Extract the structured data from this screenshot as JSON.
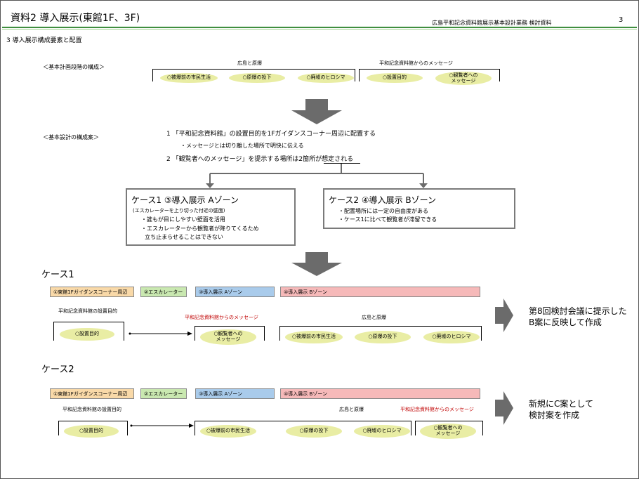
{
  "header": {
    "title": "資料2  導入展示(東館1F、3F)",
    "subtitle": "広島平和記念資料館展示基本設計業務  検討資料",
    "page_number": "3"
  },
  "section": {
    "heading": "3  導入展示構成要素と配置"
  },
  "basic_plan": {
    "label": "＜基本計画段階の構成＞",
    "group1_title": "広島と原爆",
    "group1_items": [
      "○被爆前の市民生活",
      "○原爆の投下",
      "○廃墟のヒロシマ"
    ],
    "group2_title": "平和記念資料館からのメッセージ",
    "group2_items": [
      "○設置目的",
      "○観覧者への\nメッセージ"
    ]
  },
  "basic_design": {
    "label": "＜基本設計の構成案＞",
    "point1": "1 「平和記念資料館」の設置目的を1Fガイダンスコーナー周辺に配置する",
    "point1_sub": "・メッセージとは切り離した場所で明快に伝える",
    "point2": "2 「観覧者へのメッセージ」を提示する場所は2箇所が想定される"
  },
  "case_boxes": {
    "case1": {
      "title": "ケース1  ③導入展示  Aゾーン",
      "lines": [
        "(エスカレーターを上り切った付近の壁面)",
        "・誰もが目にしやすい壁面を活用",
        "・エスカレーターから観覧者が降りてくるため",
        "  立ち止まらせることはできない"
      ]
    },
    "case2": {
      "title": "ケース2  ④導入展示  Bゾーン",
      "lines": [
        "・配置場所には一定の自由度がある",
        "・ケース1に比べて観覧者が滞留できる"
      ]
    }
  },
  "zones": [
    "①東館1Fガイダンスコーナー周辺",
    "②エスカレーター",
    "③導入展示  Aゾーン",
    "④導入展示  Bゾーン"
  ],
  "layout_case1": {
    "heading": "ケース1",
    "purpose_title": "平和記念資料館の設置目的",
    "purpose_item": "○設置目的",
    "message_title": "平和記念資料館からのメッセージ",
    "message_item": "○観覧者への\nメッセージ",
    "hiroshima_title": "広島と原爆",
    "hiroshima_items": [
      "○被爆前の市民生活",
      "○原爆の投下",
      "○廃墟のヒロシマ"
    ],
    "note": "第8回検討会議に提示した\nB案に反映して作成"
  },
  "layout_case2": {
    "heading": "ケース2",
    "purpose_title": "平和記念資料館の設置目的",
    "purpose_item": "○設置目的",
    "hiroshima_title": "広島と原爆",
    "hiroshima_items": [
      "○被爆前の市民生活",
      "○原爆の投下",
      "○廃墟のヒロシマ"
    ],
    "message_title": "平和記念資料館からのメッセージ",
    "message_item": "○観覧者への\nメッセージ",
    "note": "新規にC案として\n検討案を作成"
  },
  "colors": {
    "header_rule": "#3f8f3f",
    "oval_fill": "#e9eda4",
    "zone1": "#f9d9a8",
    "zone2": "#c9e8b0",
    "zone3": "#a9cbeb",
    "zone4": "#f6b9b9",
    "message_text": "#c00000",
    "arrow": "#6b6b6b"
  }
}
